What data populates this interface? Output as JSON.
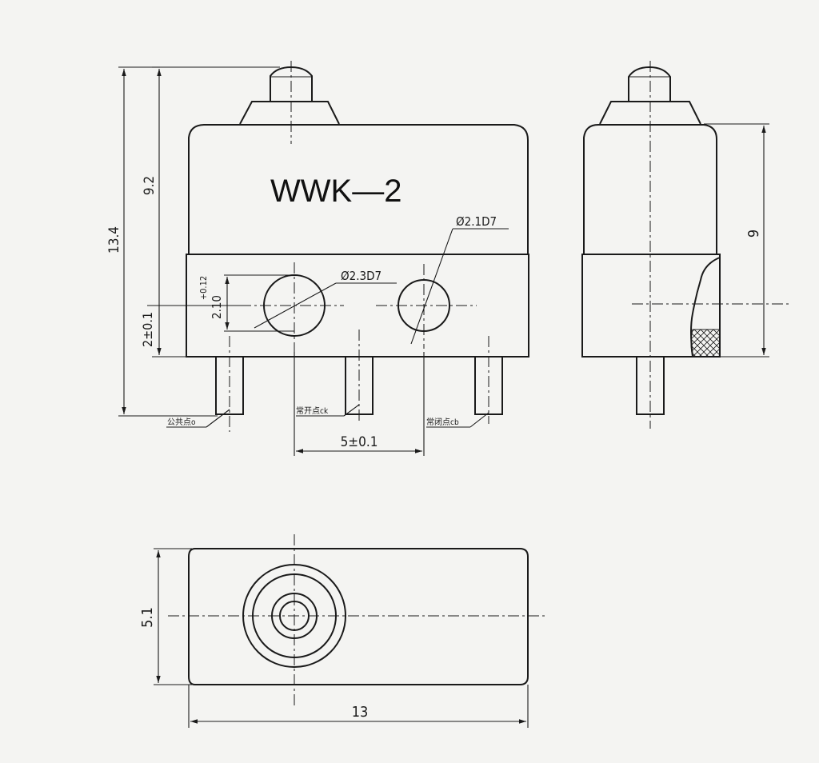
{
  "title": "WWK—2",
  "front_view": {
    "dim_total_height": "13.4",
    "dim_body_height": "9.2",
    "dim_hole_offset": "2±0.1",
    "dim_hole_height": "2.10",
    "dim_hole_tolerance": "+0.12",
    "dim_hole_large": "Ø2.3D7",
    "dim_hole_small": "Ø2.1D7",
    "dim_pin_spacing": "5±0.1",
    "pin_common": "公共点o",
    "pin_no": "常开点ck",
    "pin_nc": "常闭点cb"
  },
  "side_view": {
    "dim_height": "9"
  },
  "top_view": {
    "dim_depth": "5.1",
    "dim_width": "13"
  }
}
